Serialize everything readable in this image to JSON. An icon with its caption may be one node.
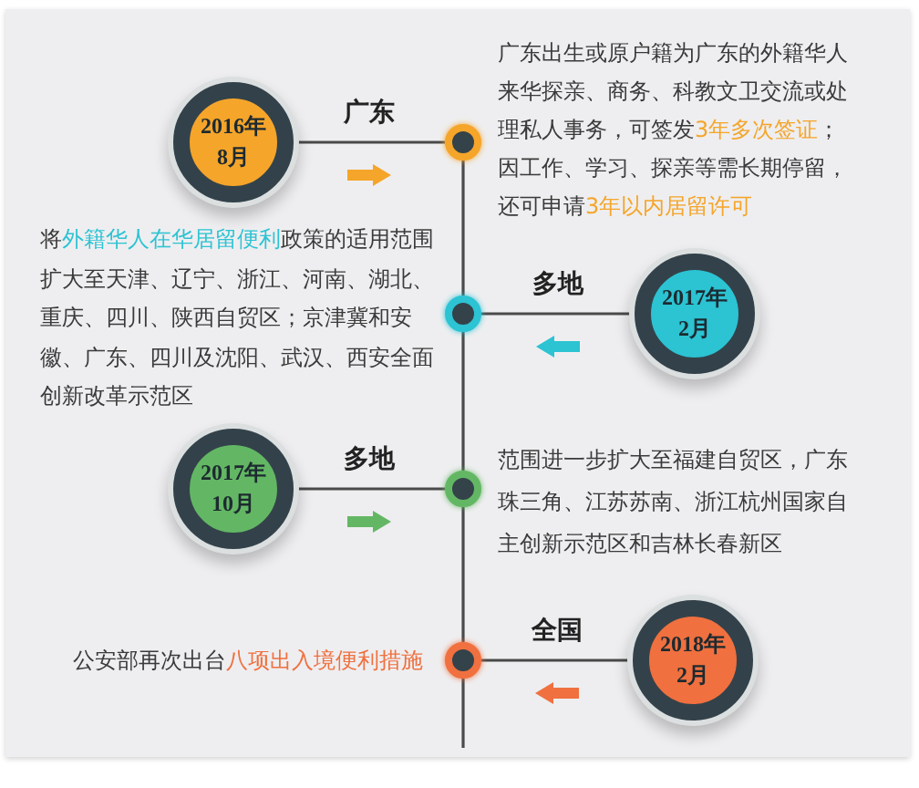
{
  "diagram": {
    "nodes": [
      {
        "text": [
          "2016年8月"
        ]
      },
      {
        "text": [],
        "shape": "circle",
        "beside": [
          "广东出生或原户籍为广东的外籍华人来华探亲、商务、科教文卫交流或处理私人事务，可签发**3年多次签证**；因工作、学习、探亲等需长期停留，还可申请**3年以内居留许可**"
        ]
      },
      {
        "text": [],
        "shape": "circle",
        "beside": [
          "将**外籍华人在华居留便利**政策的适用范围扩大至天津、辽宁、浙江、河南、湖北、重庆、四川、陕西自贸区；京津冀和安徽、广东、四川及沈阳、武汉、西安全面创新改革示范区"
        ]
      },
      {
        "text": [
          "2017年2月"
        ]
      },
      {
        "text": [
          "2017年10月"
        ]
      },
      {
        "text": [],
        "shape": "circle",
        "beside": [
          "范围进一步扩大至福建自贸区，广东珠三角、江苏苏南、浙江杭州国家自主创新示范区和吉林长春新区"
        ]
      },
      {
        "text": [],
        "shape": "circle",
        "beside": [
          "公安部再次出台**八项出入境便利措施**"
        ]
      },
      {
        "text": [
          "2018年2月"
        ]
      }
    ],
    "edges": [
      {
        "from": 0,
        "to": 1,
        "arrow": "none",
        "label": "广东"
      },
      {
        "from": 1,
        "to": 2,
        "arrow": "none"
      },
      {
        "from": 3,
        "to": 2,
        "arrow": "none",
        "label": "多地"
      },
      {
        "from": 2,
        "to": 5,
        "arrow": "none"
      },
      {
        "from": 4,
        "to": 5,
        "arrow": "none",
        "label": "多地"
      },
      {
        "from": 5,
        "to": 6,
        "arrow": "none"
      },
      {
        "from": 7,
        "to": 6,
        "arrow": "none",
        "label": "全国"
      },
      {
        "from": 6,
        "to": null,
        "arrow": "none"
      }
    ]
  }
}
